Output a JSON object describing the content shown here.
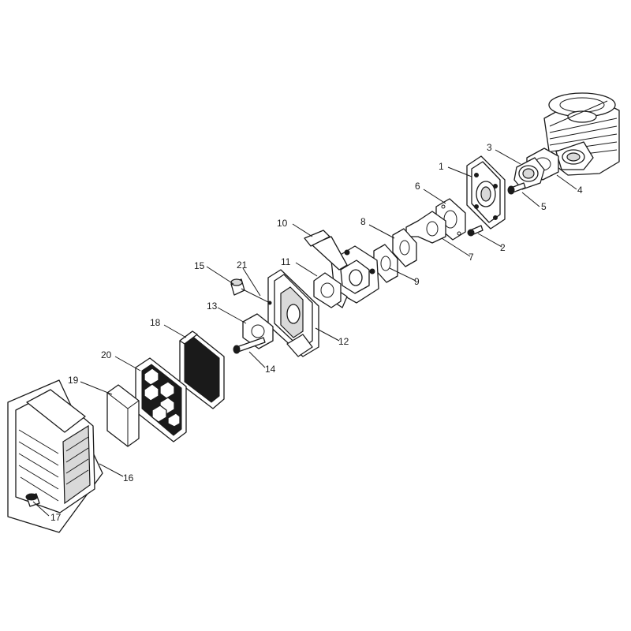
{
  "callouts": [
    {
      "id": "1",
      "label": "1"
    },
    {
      "id": "2",
      "label": "2"
    },
    {
      "id": "3",
      "label": "3"
    },
    {
      "id": "4",
      "label": "4"
    },
    {
      "id": "5",
      "label": "5"
    },
    {
      "id": "6",
      "label": "6"
    },
    {
      "id": "7",
      "label": "7"
    },
    {
      "id": "8",
      "label": "8"
    },
    {
      "id": "9",
      "label": "9"
    },
    {
      "id": "10",
      "label": "10"
    },
    {
      "id": "11",
      "label": "11"
    },
    {
      "id": "12",
      "label": "12"
    },
    {
      "id": "13",
      "label": "13"
    },
    {
      "id": "14",
      "label": "14"
    },
    {
      "id": "15",
      "label": "15"
    },
    {
      "id": "16",
      "label": "16"
    },
    {
      "id": "17",
      "label": "17"
    },
    {
      "id": "18",
      "label": "18"
    },
    {
      "id": "19",
      "label": "19"
    },
    {
      "id": "20",
      "label": "20"
    },
    {
      "id": "21",
      "label": "21"
    }
  ],
  "colors": {
    "line": "#1a1a1a",
    "background": "#ffffff",
    "shade": "#d9d9d9"
  }
}
